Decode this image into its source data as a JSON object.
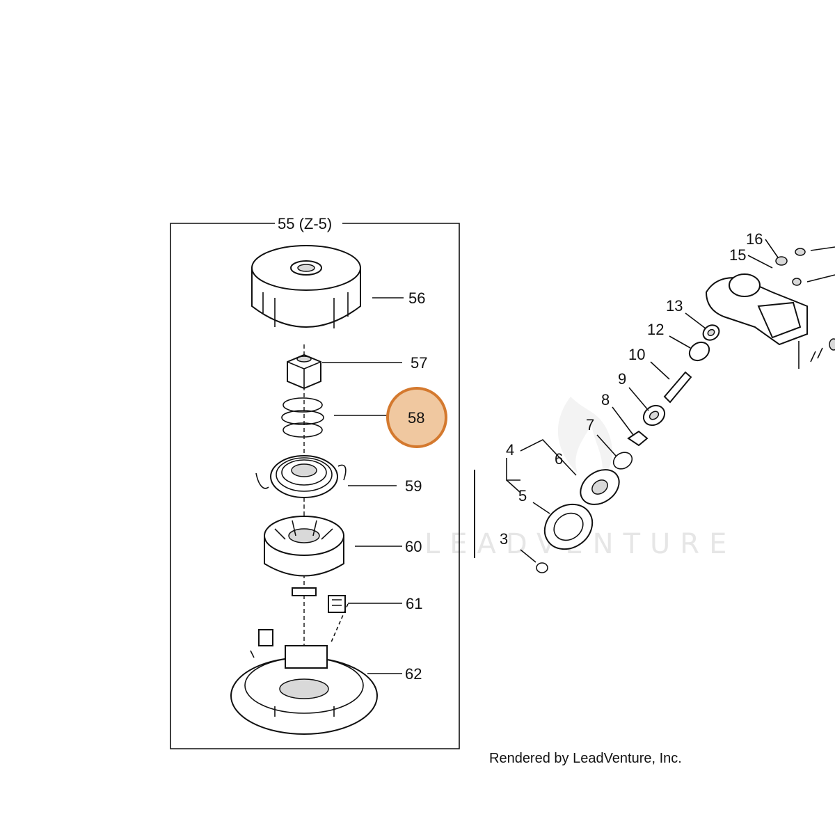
{
  "group": {
    "title": "55 (Z-5)"
  },
  "callouts": {
    "p56": "56",
    "p57": "57",
    "p58": "58",
    "p59": "59",
    "p60": "60",
    "p61": "61",
    "p62": "62",
    "p3": "3",
    "p4": "4",
    "p5": "5",
    "p6": "6",
    "p7": "7",
    "p8": "8",
    "p9": "9",
    "p10": "10",
    "p12": "12",
    "p13": "13",
    "p15": "15",
    "p16": "16"
  },
  "highlight": {
    "part": "58",
    "color": "#f0c8a0",
    "border": "#d4792e"
  },
  "watermark": "LEADVENTURE",
  "credit": "Rendered by LeadVenture, Inc."
}
